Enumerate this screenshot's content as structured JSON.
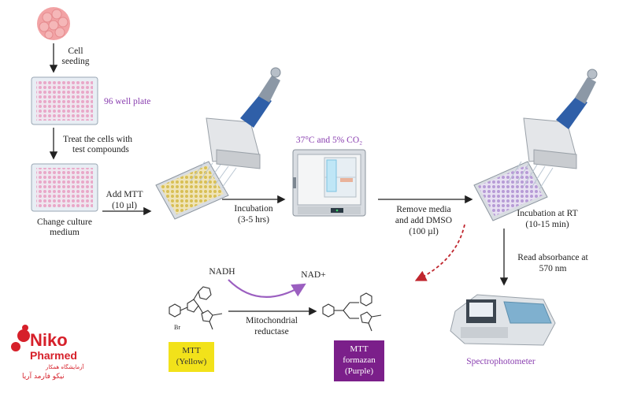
{
  "labels": {
    "cell_seeding": [
      "Cell",
      "seeding"
    ],
    "well_plate": "96 well plate",
    "treat": [
      "Treat the cells with",
      "test compounds"
    ],
    "change_medium": [
      "Change culture",
      "medium"
    ],
    "add_mtt": [
      "Add MTT",
      "(10 µl)"
    ],
    "incubation1": [
      "Incubation",
      "(3-5 hrs)"
    ],
    "incubator_cond": "37°C and 5% CO₂",
    "remove_media": [
      "Remove media",
      "and add DMSO",
      "(100 µl)"
    ],
    "incubation_rt": [
      "Incubation at RT",
      "(10-15 min)"
    ],
    "read_abs": [
      "Read absorbance at",
      "570 nm"
    ],
    "spectrophotometer": "Spectrophotometer",
    "nadh": "NADH",
    "nad": "NAD+",
    "reductase": [
      "Mitochondrial",
      "reductase"
    ],
    "mtt_box": [
      "MTT",
      "(Yellow)"
    ],
    "formazan_box": [
      "MTT",
      "formazan",
      "(Purple)"
    ]
  },
  "logo": {
    "name_line1": "Niko",
    "name_line2": "Pharmed",
    "tagline1": "آزمایشگاه همکار",
    "tagline2": "نیکو فارمد آریا"
  },
  "colors": {
    "purple_text": "#8a3fb0",
    "mtt_yellow": "#f2e21a",
    "formazan_purple": "#7b1f8a",
    "brand_red": "#d6202a",
    "pipette_blue": "#2f5fa8"
  }
}
